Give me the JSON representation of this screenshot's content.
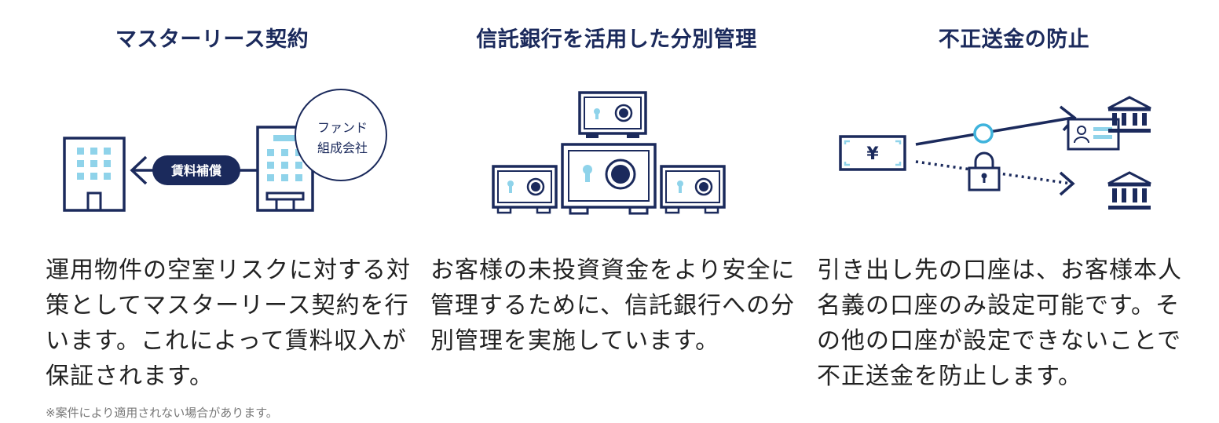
{
  "colors": {
    "navy": "#1b2a5c",
    "light_blue": "#8fd3ea",
    "text": "#222222",
    "note": "#777777"
  },
  "features": [
    {
      "title": "マスターリース契約",
      "description": "運用物件の空室リスクに対する対\n策としてマスターリース契約を行\nいます。これによって賃料収入が\n保証されます。",
      "note": "※案件により適用されない場合があります。",
      "illustration": {
        "badge_label": "賃料補償",
        "circle_label_line1": "ファンド",
        "circle_label_line2": "組成会社",
        "icons": [
          "building-icon",
          "arrow-left-icon",
          "office-building-icon"
        ]
      }
    },
    {
      "title": "信託銀行を活用した分別管理",
      "description": "お客様の未投資資金をより安全に\n管理するために、信託銀行への分\n別管理を実施しています。",
      "illustration": {
        "icons": [
          "safe-icon",
          "safe-icon",
          "safe-icon",
          "safe-icon"
        ]
      }
    },
    {
      "title": "不正送金の防止",
      "description": "引き出し先の口座は、お客様本人\n名義の口座のみ設定可能です。そ\nの他の口座が設定できないことで\n不正送金を防止します。",
      "illustration": {
        "yen_symbol": "¥",
        "icons": [
          "banknote-icon",
          "arrow-right-icon",
          "padlock-icon",
          "id-card-icon",
          "bank-icon"
        ]
      }
    }
  ]
}
